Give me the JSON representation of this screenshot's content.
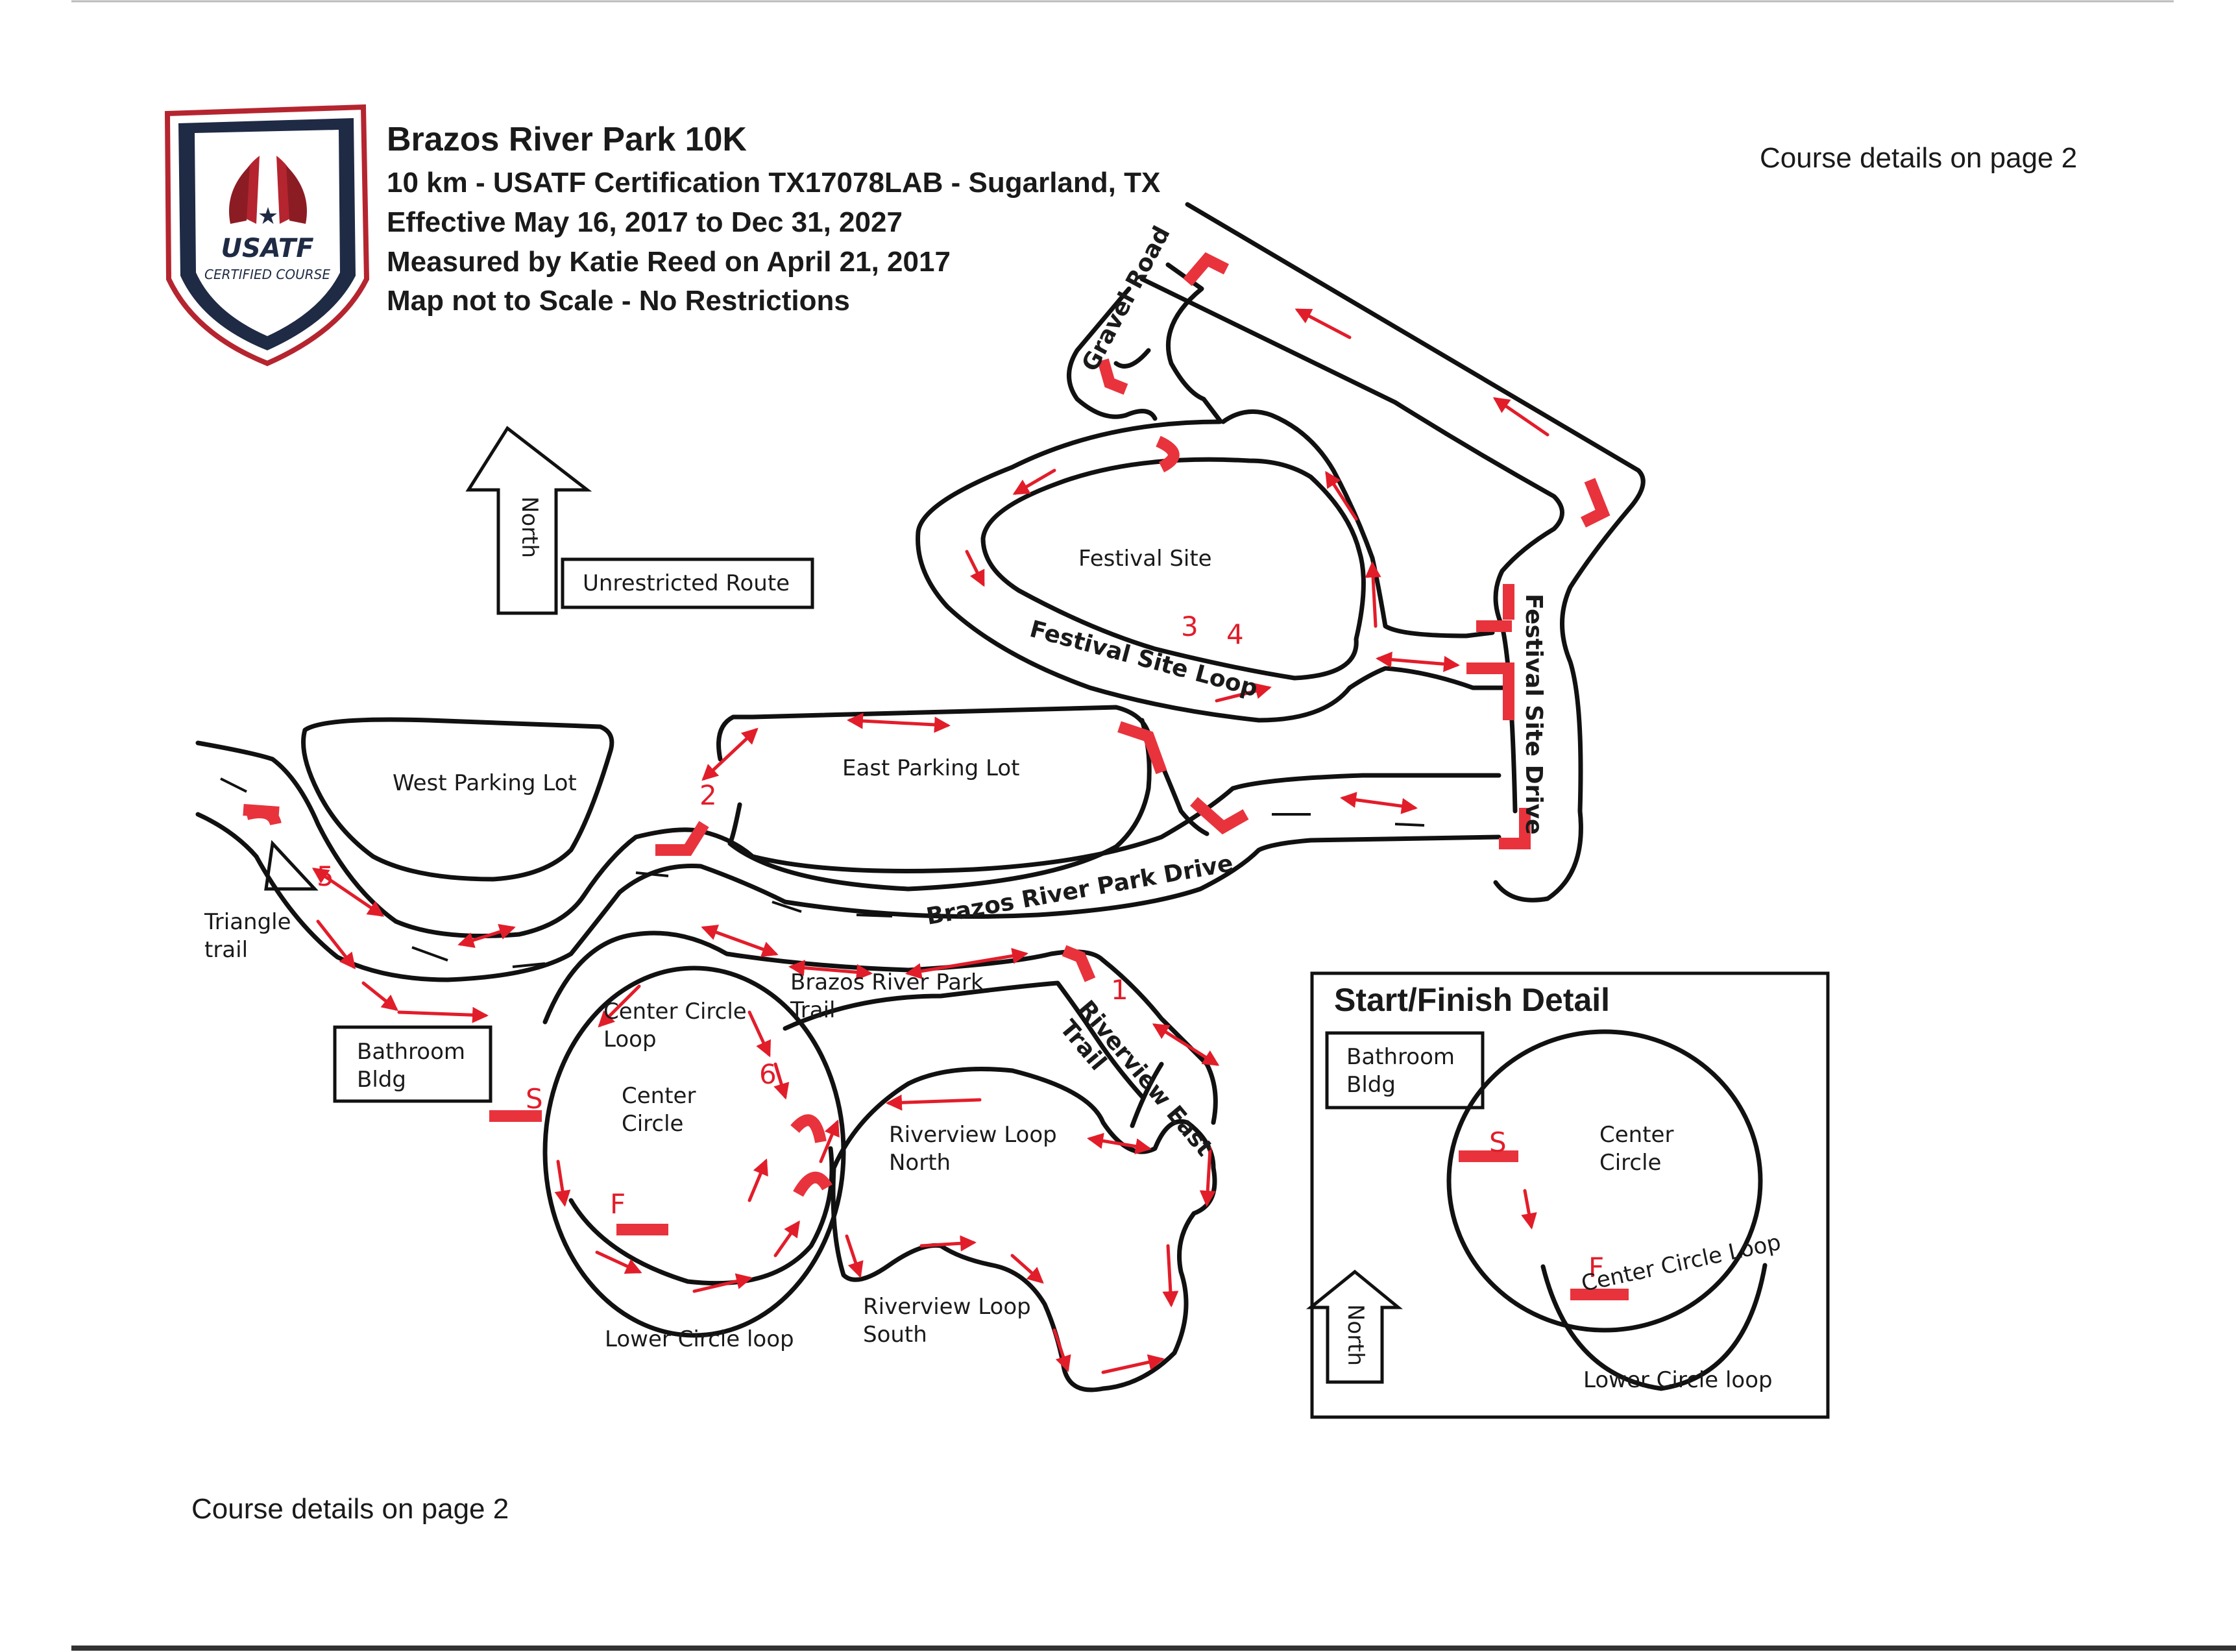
{
  "header": {
    "title": "Brazos River Park 10K",
    "lines": [
      "10 km - USATF Certification TX17078LAB - Sugarland, TX",
      "Effective May 16, 2017 to Dec 31, 2027",
      "Measured by Katie Reed on April 21, 2017",
      "Map not to Scale - No Restrictions"
    ]
  },
  "logo": {
    "brand": "USATF",
    "tagline": "CERTIFIED COURSE"
  },
  "notes": {
    "top_right": "Course details on page 2",
    "bottom_left": "Course details on page 2"
  },
  "legend": {
    "north": "North",
    "unrestricted": "Unrestricted Route"
  },
  "areas": {
    "festival_site": "Festival Site",
    "west_parking": "West Parking Lot",
    "east_parking": "East Parking Lot",
    "center_circle": [
      "Center",
      "Circle"
    ],
    "bathroom": [
      "Bathroom",
      "Bldg"
    ]
  },
  "roads": {
    "gravel_road": "Gravel Road",
    "festival_site_loop": "Festival Site Loop",
    "festival_site_drive": "Festival Site Drive",
    "brazos_river_park_drive": "Brazos River Park Drive",
    "brazos_river_park_trail": [
      "Brazos River Park",
      "Trail"
    ],
    "riverview_east_trail": [
      "Riverview East",
      "Trail"
    ],
    "riverview_loop_north": [
      "Riverview Loop",
      "North"
    ],
    "riverview_loop_south": [
      "Riverview Loop",
      "South"
    ],
    "center_circle_loop": [
      "Center Circle",
      "Loop"
    ],
    "lower_circle_loop": "Lower Circle loop",
    "triangle_trail": [
      "Triangle",
      "trail"
    ]
  },
  "markers": {
    "m1": "1",
    "m2": "2",
    "m3": "3",
    "m4": "4",
    "m5": "5",
    "m6": "6",
    "start": "S",
    "finish": "F"
  },
  "detail": {
    "title": "Start/Finish Detail",
    "bathroom": [
      "Bathroom",
      "Bldg"
    ],
    "center_circle": [
      "Center",
      "Circle"
    ],
    "center_circle_loop": "Center Circle Loop",
    "lower_circle_loop": "Lower Circle loop",
    "north": "North",
    "start": "S",
    "finish": "F"
  },
  "colors": {
    "route_red": "#e21d2a",
    "logo_navy": "#1f2a44",
    "logo_red": "#b5252f"
  }
}
